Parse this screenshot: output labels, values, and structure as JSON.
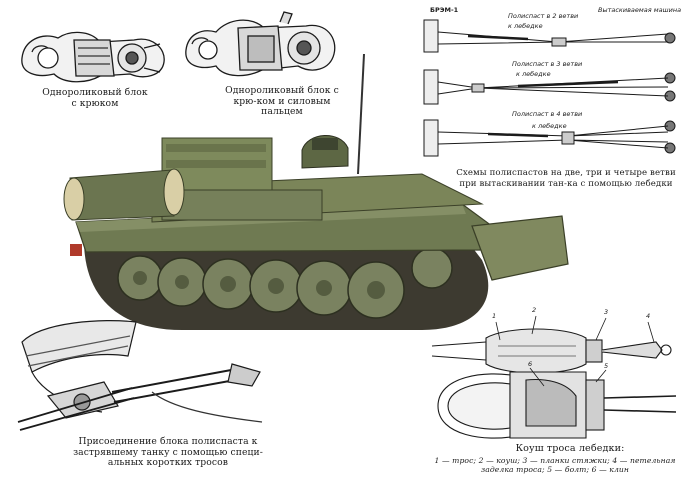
{
  "captions": {
    "block_hook": "Однороликовый блок с крюком",
    "block_hook_pin": "Однороликовый блок с крю-ком и силовым пальцем",
    "schemes": "Схемы полиспастов на две, три и четыре ветви при вытаскивании тан-ка с помощью лебедки",
    "attach": "Присоединение блока полиспаста к застрявшему танку с помощью специ-альных коротких тросов",
    "thimble_title": "Коуш троса лебедки:",
    "thimble_legend": "1 — трос; 2 — коуш; 3 — планки стяжки; 4 — петельная заделка троса; 5 — болт; 6 — клин"
  },
  "diagram": {
    "vehicle_label": "БРЭМ-1",
    "extracted_label": "Вытаскиваемая машина",
    "scheme2": "Полиспаст в 2 ветви",
    "scheme3": "Полиспаст в 3 ветви",
    "scheme4": "Полиспаст в 4 ветви",
    "to_winch": "к лебедке"
  },
  "callouts": [
    "1",
    "2",
    "3",
    "4",
    "5",
    "6"
  ],
  "colors": {
    "tank_green": "#6f7a52",
    "tank_dark": "#4a5236",
    "ink": "#1b1b1b"
  }
}
